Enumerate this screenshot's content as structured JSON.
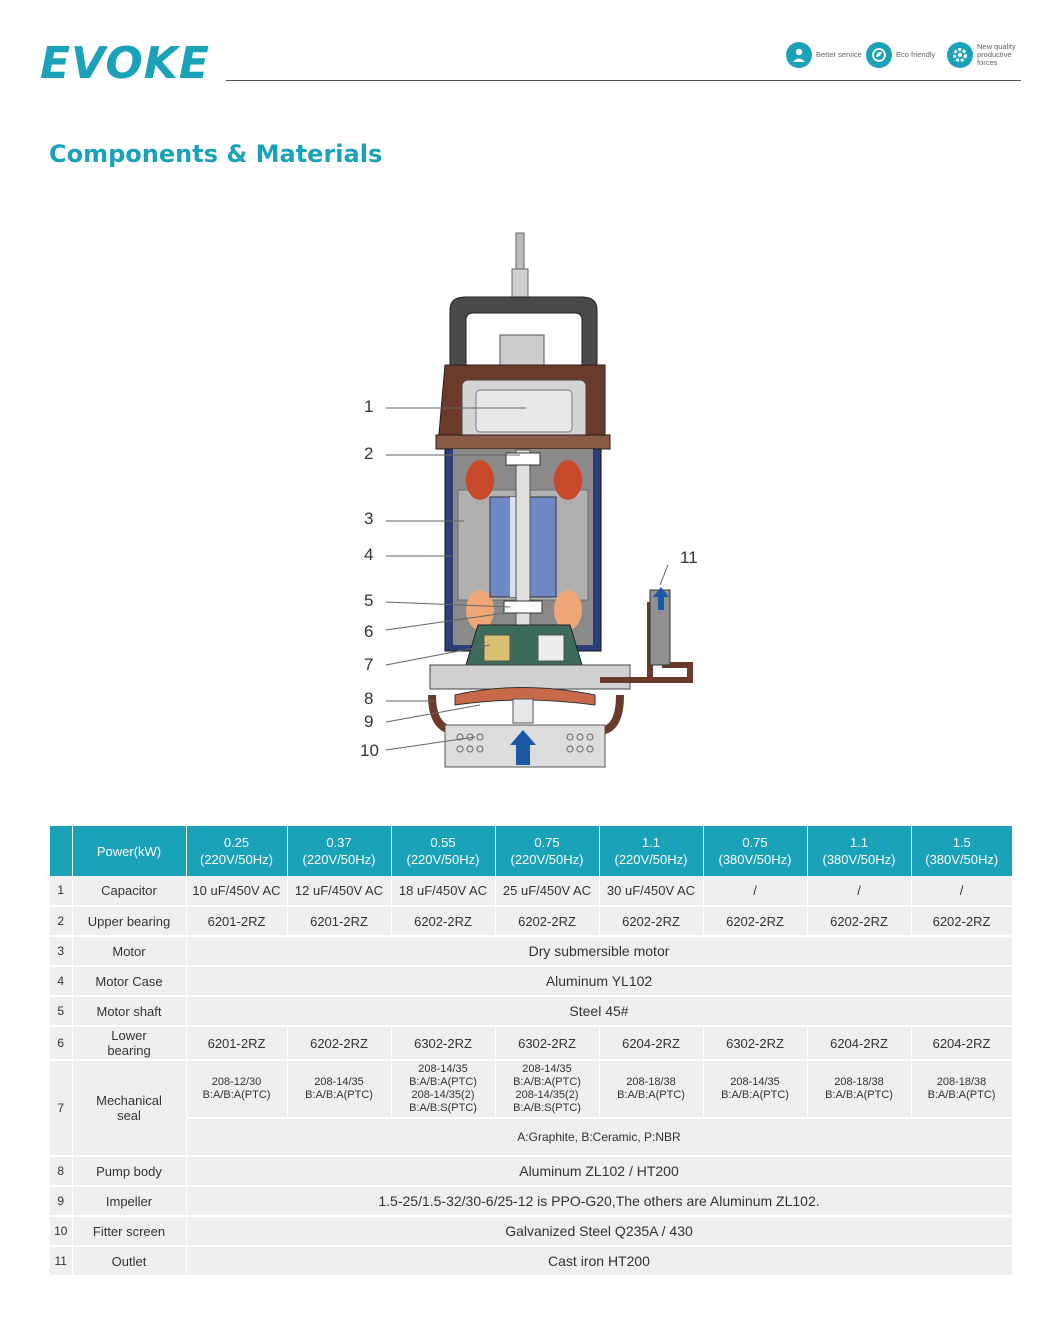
{
  "header": {
    "logo": "EVOKE",
    "badges": [
      {
        "icon": "service-icon",
        "text": "Better service"
      },
      {
        "icon": "eco-icon",
        "text": "Eco friendly"
      },
      {
        "icon": "gear-icon",
        "text": "New quality productive forces"
      }
    ]
  },
  "page_title": "Components & Materials",
  "diagram": {
    "callouts": [
      "1",
      "2",
      "3",
      "4",
      "5",
      "6",
      "7",
      "8",
      "9",
      "10",
      "11"
    ]
  },
  "table": {
    "corner": "",
    "power_label": "Power(kW)",
    "columns": [
      {
        "power": "0.25",
        "spec": "(220V/50Hz)"
      },
      {
        "power": "0.37",
        "spec": "(220V/50Hz)"
      },
      {
        "power": "0.55",
        "spec": "(220V/50Hz)"
      },
      {
        "power": "0.75",
        "spec": "(220V/50Hz)"
      },
      {
        "power": "1.1",
        "spec": "(220V/50Hz)"
      },
      {
        "power": "0.75",
        "spec": "(380V/50Hz)"
      },
      {
        "power": "1.1",
        "spec": "(380V/50Hz)"
      },
      {
        "power": "1.5",
        "spec": "(380V/50Hz)"
      }
    ],
    "capacitor": {
      "num": "1",
      "label": "Capacitor",
      "values": [
        "10 uF/450V AC",
        "12 uF/450V AC",
        "18 uF/450V AC",
        "25 uF/450V AC",
        "30 uF/450V AC",
        "/",
        "/",
        "/"
      ]
    },
    "upper_bearing": {
      "num": "2",
      "label": "Upper bearing",
      "values": [
        "6201-2RZ",
        "6201-2RZ",
        "6202-2RZ",
        "6202-2RZ",
        "6202-2RZ",
        "6202-2RZ",
        "6202-2RZ",
        "6202-2RZ"
      ]
    },
    "motor": {
      "num": "3",
      "label": "Motor",
      "value": "Dry submersible motor"
    },
    "motor_case": {
      "num": "4",
      "label": "Motor Case",
      "value": "Aluminum YL102"
    },
    "motor_shaft": {
      "num": "5",
      "label": "Motor shaft",
      "value": "Steel 45#"
    },
    "lower_bearing": {
      "num": "6",
      "label_1": "Lower",
      "label_2": "bearing",
      "values": [
        "6201-2RZ",
        "6202-2RZ",
        "6302-2RZ",
        "6302-2RZ",
        "6204-2RZ",
        "6302-2RZ",
        "6204-2RZ",
        "6204-2RZ"
      ]
    },
    "mech_seal": {
      "num": "7",
      "label_1": "Mechanical",
      "label_2": "seal",
      "values": [
        [
          "208-12/30",
          "B:A/B:A(PTC)"
        ],
        [
          "208-14/35",
          "B:A/B:A(PTC)"
        ],
        [
          "208-14/35",
          "B:A/B:A(PTC)",
          "208-14/35(2)",
          "B:A/B:S(PTC)"
        ],
        [
          "208-14/35",
          "B:A/B:A(PTC)",
          "208-14/35(2)",
          "B:A/B:S(PTC)"
        ],
        [
          "208-18/38",
          "B:A/B:A(PTC)"
        ],
        [
          "208-14/35",
          "B:A/B:A(PTC)"
        ],
        [
          "208-18/38",
          "B:A/B:A(PTC)"
        ],
        [
          "208-18/38",
          "B:A/B:A(PTC)"
        ]
      ],
      "note": "A:Graphite, B:Ceramic, P:NBR"
    },
    "pump_body": {
      "num": "8",
      "label": "Pump body",
      "value": "Aluminum ZL102 / HT200"
    },
    "impeller": {
      "num": "9",
      "label": "Impeller",
      "value": "1.5-25/1.5-32/30-6/25-12 is PPO-G20,The others are Aluminum ZL102."
    },
    "filter": {
      "num": "10",
      "label": "Fitter screen",
      "value": "Galvanized Steel Q235A / 430"
    },
    "outlet": {
      "num": "11",
      "label": "Outlet",
      "value": "Cast iron HT200"
    }
  }
}
